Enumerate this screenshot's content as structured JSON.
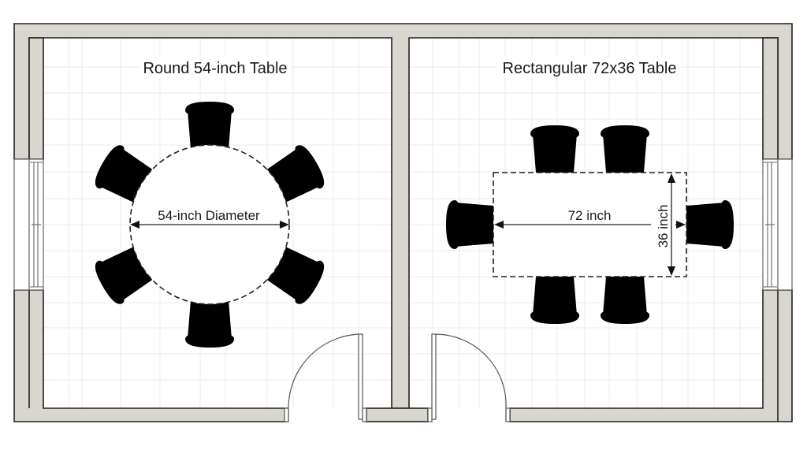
{
  "diagram": {
    "type": "floor-plan",
    "description": "Two side-by-side dining rooms comparing table sizes",
    "colors": {
      "wall_fill": "#d9d6d0",
      "wall_stroke": "#222222",
      "grid": "#ebebeb",
      "background": "#ffffff"
    }
  },
  "rooms": [
    {
      "id": "left",
      "title": "Round 54-inch Table",
      "table": {
        "shape": "round",
        "dimension_label": "54-inch Diameter",
        "diameter_in": 54,
        "seats": 6
      },
      "has_window": "left-wall",
      "has_door": "bottom-wall"
    },
    {
      "id": "right",
      "title": "Rectangular 72x36 Table",
      "table": {
        "shape": "rectangle",
        "length_label": "72 inch",
        "width_label": "36 inch",
        "length_in": 72,
        "width_in": 36,
        "seats": 6
      },
      "has_window": "right-wall",
      "has_door": "bottom-wall"
    }
  ]
}
